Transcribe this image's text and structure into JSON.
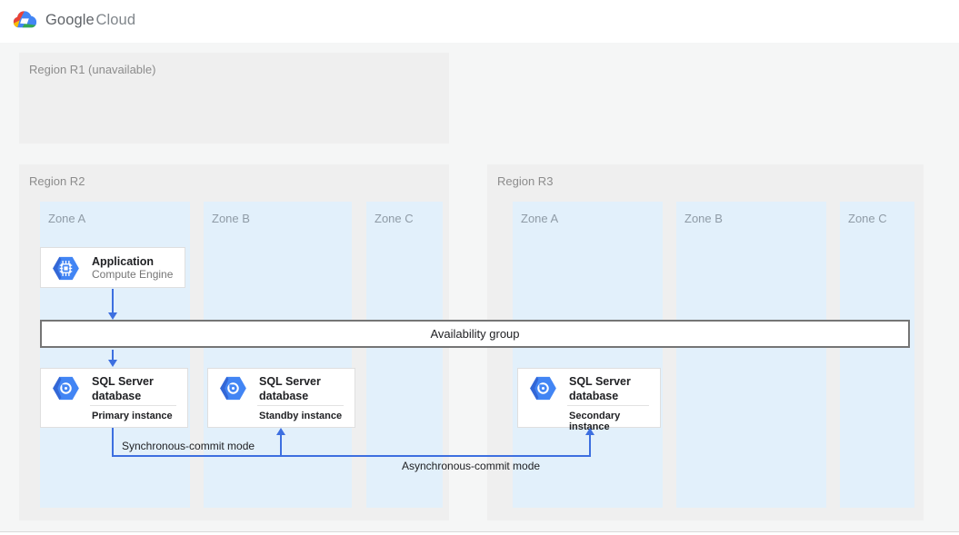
{
  "header": {
    "logo_google": "Google",
    "logo_cloud": "Cloud"
  },
  "regions": {
    "r1": {
      "label": "Region R1 (unavailable)"
    },
    "r2": {
      "label": "Region R2",
      "zones": [
        "Zone A",
        "Zone B",
        "Zone C"
      ]
    },
    "r3": {
      "label": "Region R3",
      "zones": [
        "Zone A",
        "Zone B",
        "Zone C"
      ]
    }
  },
  "cards": {
    "application": {
      "title": "Application",
      "subtitle": "Compute Engine"
    },
    "primary": {
      "title": "SQL Server database",
      "instance": "Primary instance"
    },
    "standby": {
      "title": "SQL Server database",
      "instance": "Standby instance"
    },
    "secondary": {
      "title": "SQL Server database",
      "instance": "Secondary instance"
    }
  },
  "availability_bar": {
    "label": "Availability group"
  },
  "connections": {
    "sync_label": "Synchronous-commit mode",
    "async_label": "Asynchronous-commit mode"
  },
  "icons": {
    "logo": "google-cloud-logo",
    "application_card": "compute-engine-hexagon-icon",
    "database_cards": "compute-engine-hexagon-icon"
  },
  "colors": {
    "canvas_bg": "#f5f6f6",
    "region_bg": "#efefef",
    "zone_bg": "#e2f0fb",
    "card_border": "#dfdfdf",
    "bar_border": "#757575",
    "arrow_blue": "#3d6fe0",
    "hexagon_blue": "#4285f4",
    "text_dark": "#202124",
    "text_gray": "#757575",
    "region_label_gray": "#8c8c8c",
    "zone_label_gray": "#8f9ba6",
    "google_red": "#ea4335",
    "google_yellow": "#fbbc04",
    "google_green": "#34a853"
  }
}
